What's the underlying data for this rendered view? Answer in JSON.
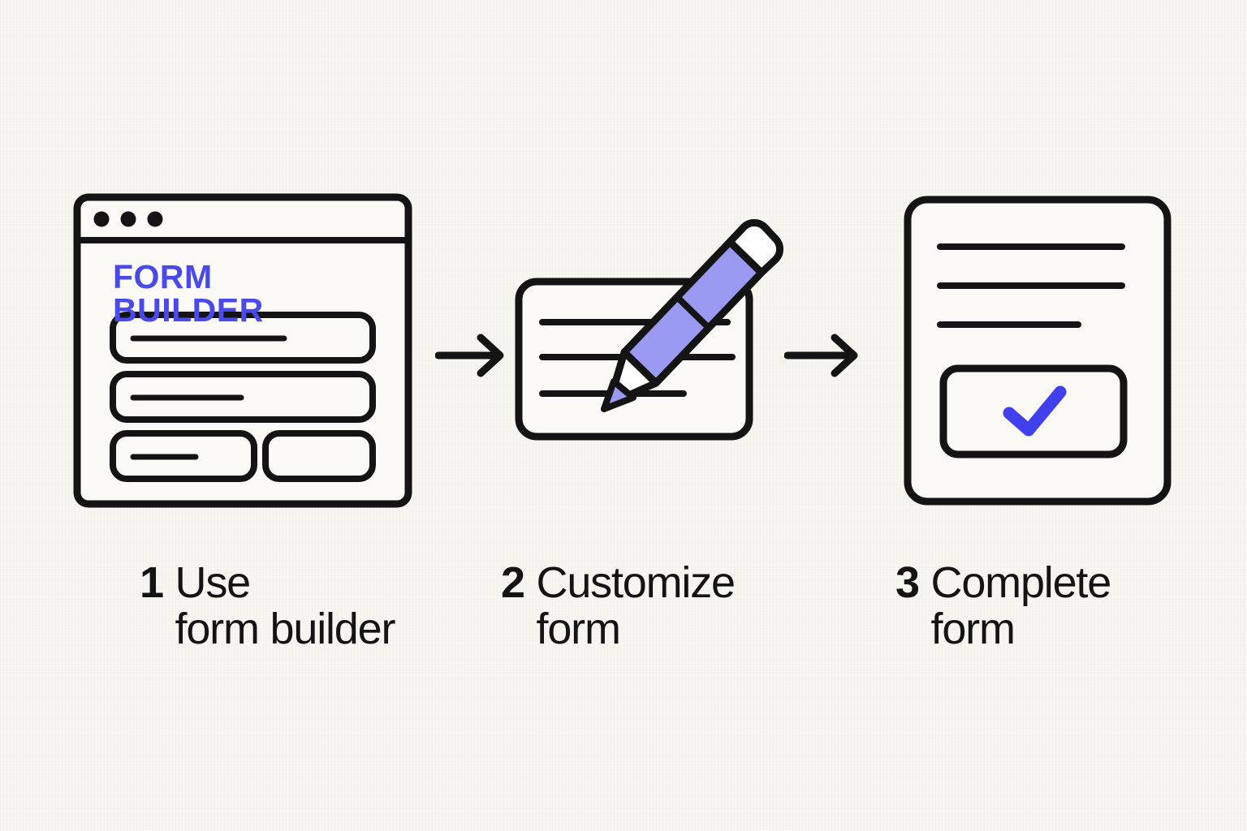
{
  "page": {
    "background_color": "#f7f6f1",
    "ink_color": "#141414",
    "accent_blue": "#4040ef",
    "accent_lavender": "#9a9af2",
    "title": "Form Builder Steps"
  },
  "browser_window": {
    "heading": "FORM BUILDER",
    "heading_color": "#4a4aea",
    "dots": [
      "window-dot-1",
      "window-dot-2",
      "window-dot-3"
    ],
    "fields": [
      {
        "name": "field-row-1",
        "has_text_line": true
      },
      {
        "name": "field-row-2",
        "has_text_line": true
      },
      {
        "name": "field-row-3-left",
        "has_text_line": true
      },
      {
        "name": "field-row-3-right",
        "has_text_line": false
      }
    ]
  },
  "pencil_card": {
    "lines": 3,
    "pencil_body_color": "#9a9af2",
    "eraser_color": "#ffffff"
  },
  "complete_card": {
    "lines": 3,
    "check_color": "#4040ef",
    "check_icon": "check-icon"
  },
  "arrows": [
    {
      "name": "arrow-1-to-2",
      "icon": "arrow-right-icon"
    },
    {
      "name": "arrow-2-to-3",
      "icon": "arrow-right-icon"
    }
  ],
  "steps": [
    {
      "number": "1",
      "line1": "Use",
      "line2": "form builder"
    },
    {
      "number": "2",
      "line1": "Customize",
      "line2": "form"
    },
    {
      "number": "3",
      "line1": "Complete",
      "line2": "form"
    }
  ]
}
